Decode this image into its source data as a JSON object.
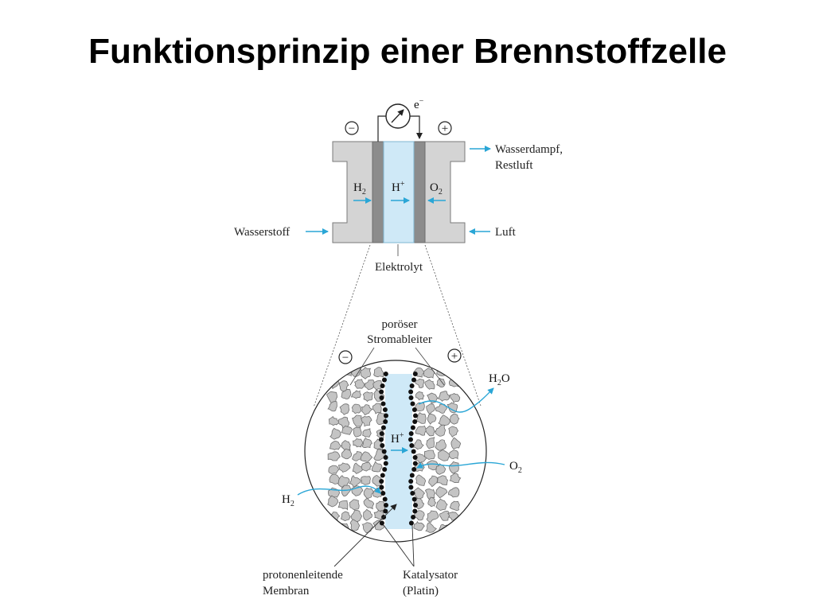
{
  "title": "Funktionsprinzip einer Brennstoffzelle",
  "cell": {
    "electron": "e",
    "electron_sup": "−",
    "minus": "−",
    "plus": "+",
    "h2": "H",
    "h2_sub": "2",
    "hplus": "H",
    "hplus_sup": "+",
    "o2": "O",
    "o2_sub": "2",
    "exhaust_line1": "Wasserdampf,",
    "exhaust_line2": "Restluft",
    "hydrogen_in": "Wasserstoff",
    "air_in": "Luft",
    "electrolyte": "Elektrolyt"
  },
  "detail": {
    "porous_line1": "poröser",
    "porous_line2": "Stromableiter",
    "minus": "−",
    "plus": "+",
    "h2o": "H",
    "h2o_sub": "2",
    "h2o_o": "O",
    "hplus": "H",
    "hplus_sup": "+",
    "o2": "O",
    "o2_sub": "2",
    "h2": "H",
    "h2_sub": "2",
    "membrane_line1": "protonenleitende",
    "membrane_line2": "Membran",
    "catalyst_line1": "Katalysator",
    "catalyst_line2": "(Platin)"
  },
  "colors": {
    "electrode": "#d4d4d4",
    "electrode_edge": "#7a7a7a",
    "catalyst_layer": "#8c8c8c",
    "electrolyte": "#cfe9f7",
    "arrow": "#2aa6d6",
    "grain": "#c4c4c4"
  }
}
